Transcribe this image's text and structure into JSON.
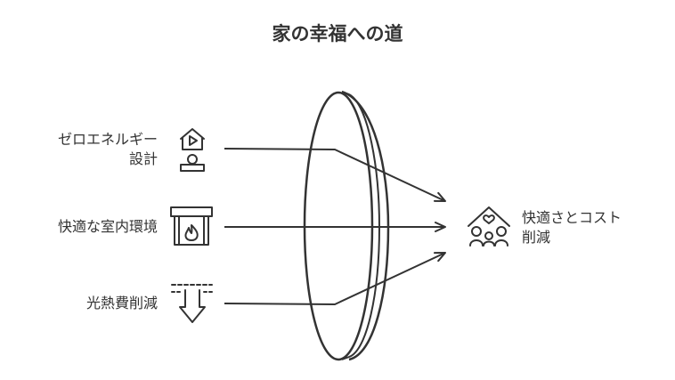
{
  "title": "家の幸福への道",
  "inputs": [
    {
      "line1": "ゼロエネルギー",
      "line2": "設計",
      "icon": "smart-home-device-icon"
    },
    {
      "line1": "快適な室内環境",
      "icon": "fireplace-icon"
    },
    {
      "line1": "光熱費削減",
      "icon": "arrow-down-reduction-icon"
    }
  ],
  "output": {
    "line1": "快適さとコスト",
    "line2": "削減",
    "icon": "happy-family-home-icon"
  },
  "colors": {
    "stroke": "#333333",
    "background": "#ffffff"
  }
}
